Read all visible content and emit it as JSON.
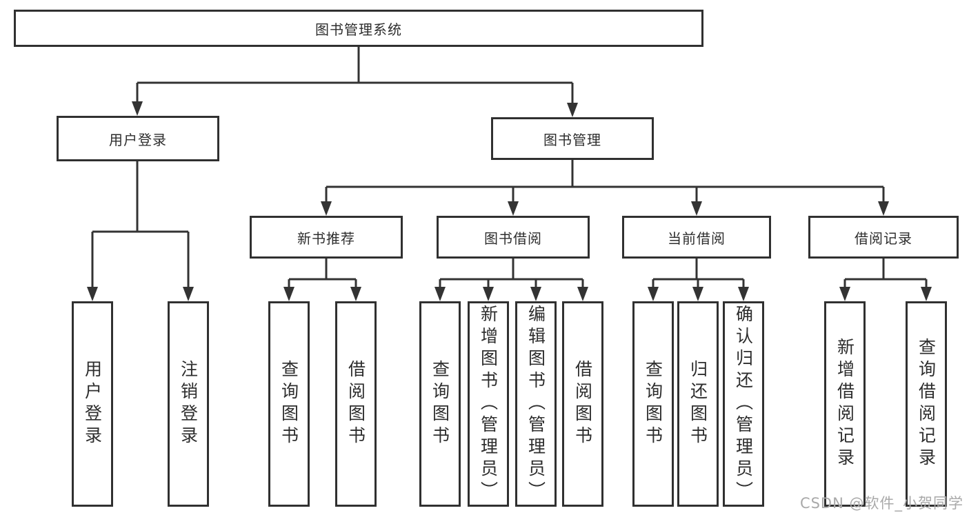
{
  "diagram": {
    "root_label": "图书管理系统",
    "user_login": {
      "label": "用户登录",
      "leaves": [
        "用户登录",
        "注销登录"
      ]
    },
    "book_mgmt": {
      "label": "图书管理",
      "groups": [
        {
          "label": "新书推荐",
          "leaves": [
            "查询图书",
            "借阅图书"
          ]
        },
        {
          "label": "图书借阅",
          "leaves": [
            "查询图书",
            "新增图书（管理员）",
            "编辑图书（管理员）",
            "借阅图书"
          ]
        },
        {
          "label": "当前借阅",
          "leaves": [
            "查询图书",
            "归还图书",
            "确认归还（管理员）"
          ]
        },
        {
          "label": "借阅记录",
          "leaves": [
            "新增借阅记录",
            "查询借阅记录"
          ]
        }
      ]
    },
    "watermark": "CSDN @软件_小贺同学",
    "line_color": "#333333"
  }
}
